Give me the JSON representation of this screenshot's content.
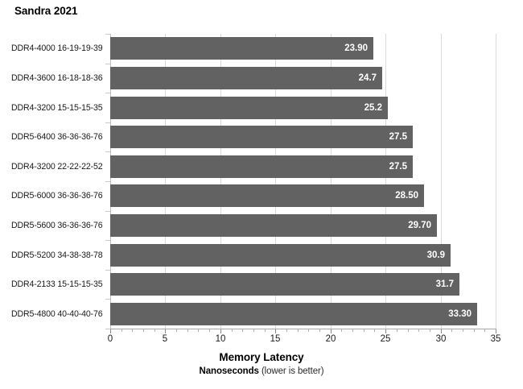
{
  "chart_data": {
    "type": "bar",
    "orientation": "horizontal",
    "title": "Sandra 2021",
    "xlabel": "Memory Latency",
    "xsublabel_bold": "Nanoseconds",
    "xsublabel_rest": "(lower is better)",
    "ylabel": "",
    "xlim": [
      0,
      35
    ],
    "xticks": [
      0,
      5,
      10,
      15,
      20,
      25,
      30,
      35
    ],
    "xtick_labels": [
      "0",
      "5",
      "10",
      "15",
      "20",
      "25",
      "30",
      "35"
    ],
    "minor_tick_step": 1,
    "grid": true,
    "grid_axis": "x",
    "legend": false,
    "bar_color": "#626262",
    "value_label_color": "#ffffff",
    "gridline_color": "#d9d9d9",
    "categories": [
      "DDR4-4000 16-19-19-39",
      "DDR4-3600 16-18-18-36",
      "DDR4-3200 15-15-15-35",
      "DDR5-6400 36-36-36-76",
      "DDR4-3200 22-22-22-52",
      "DDR5-6000 36-36-36-76",
      "DDR5-5600 36-36-36-76",
      "DDR5-5200 34-38-38-78",
      "DDR4-2133 15-15-15-35",
      "DDR5-4800 40-40-40-76"
    ],
    "values": [
      23.9,
      24.7,
      25.2,
      27.5,
      27.5,
      28.5,
      29.7,
      30.9,
      31.7,
      33.3
    ],
    "value_labels": [
      "23.90",
      "24.7",
      "25.2",
      "27.5",
      "27.5",
      "28.50",
      "29.70",
      "30.9",
      "31.7",
      "33.30"
    ]
  }
}
